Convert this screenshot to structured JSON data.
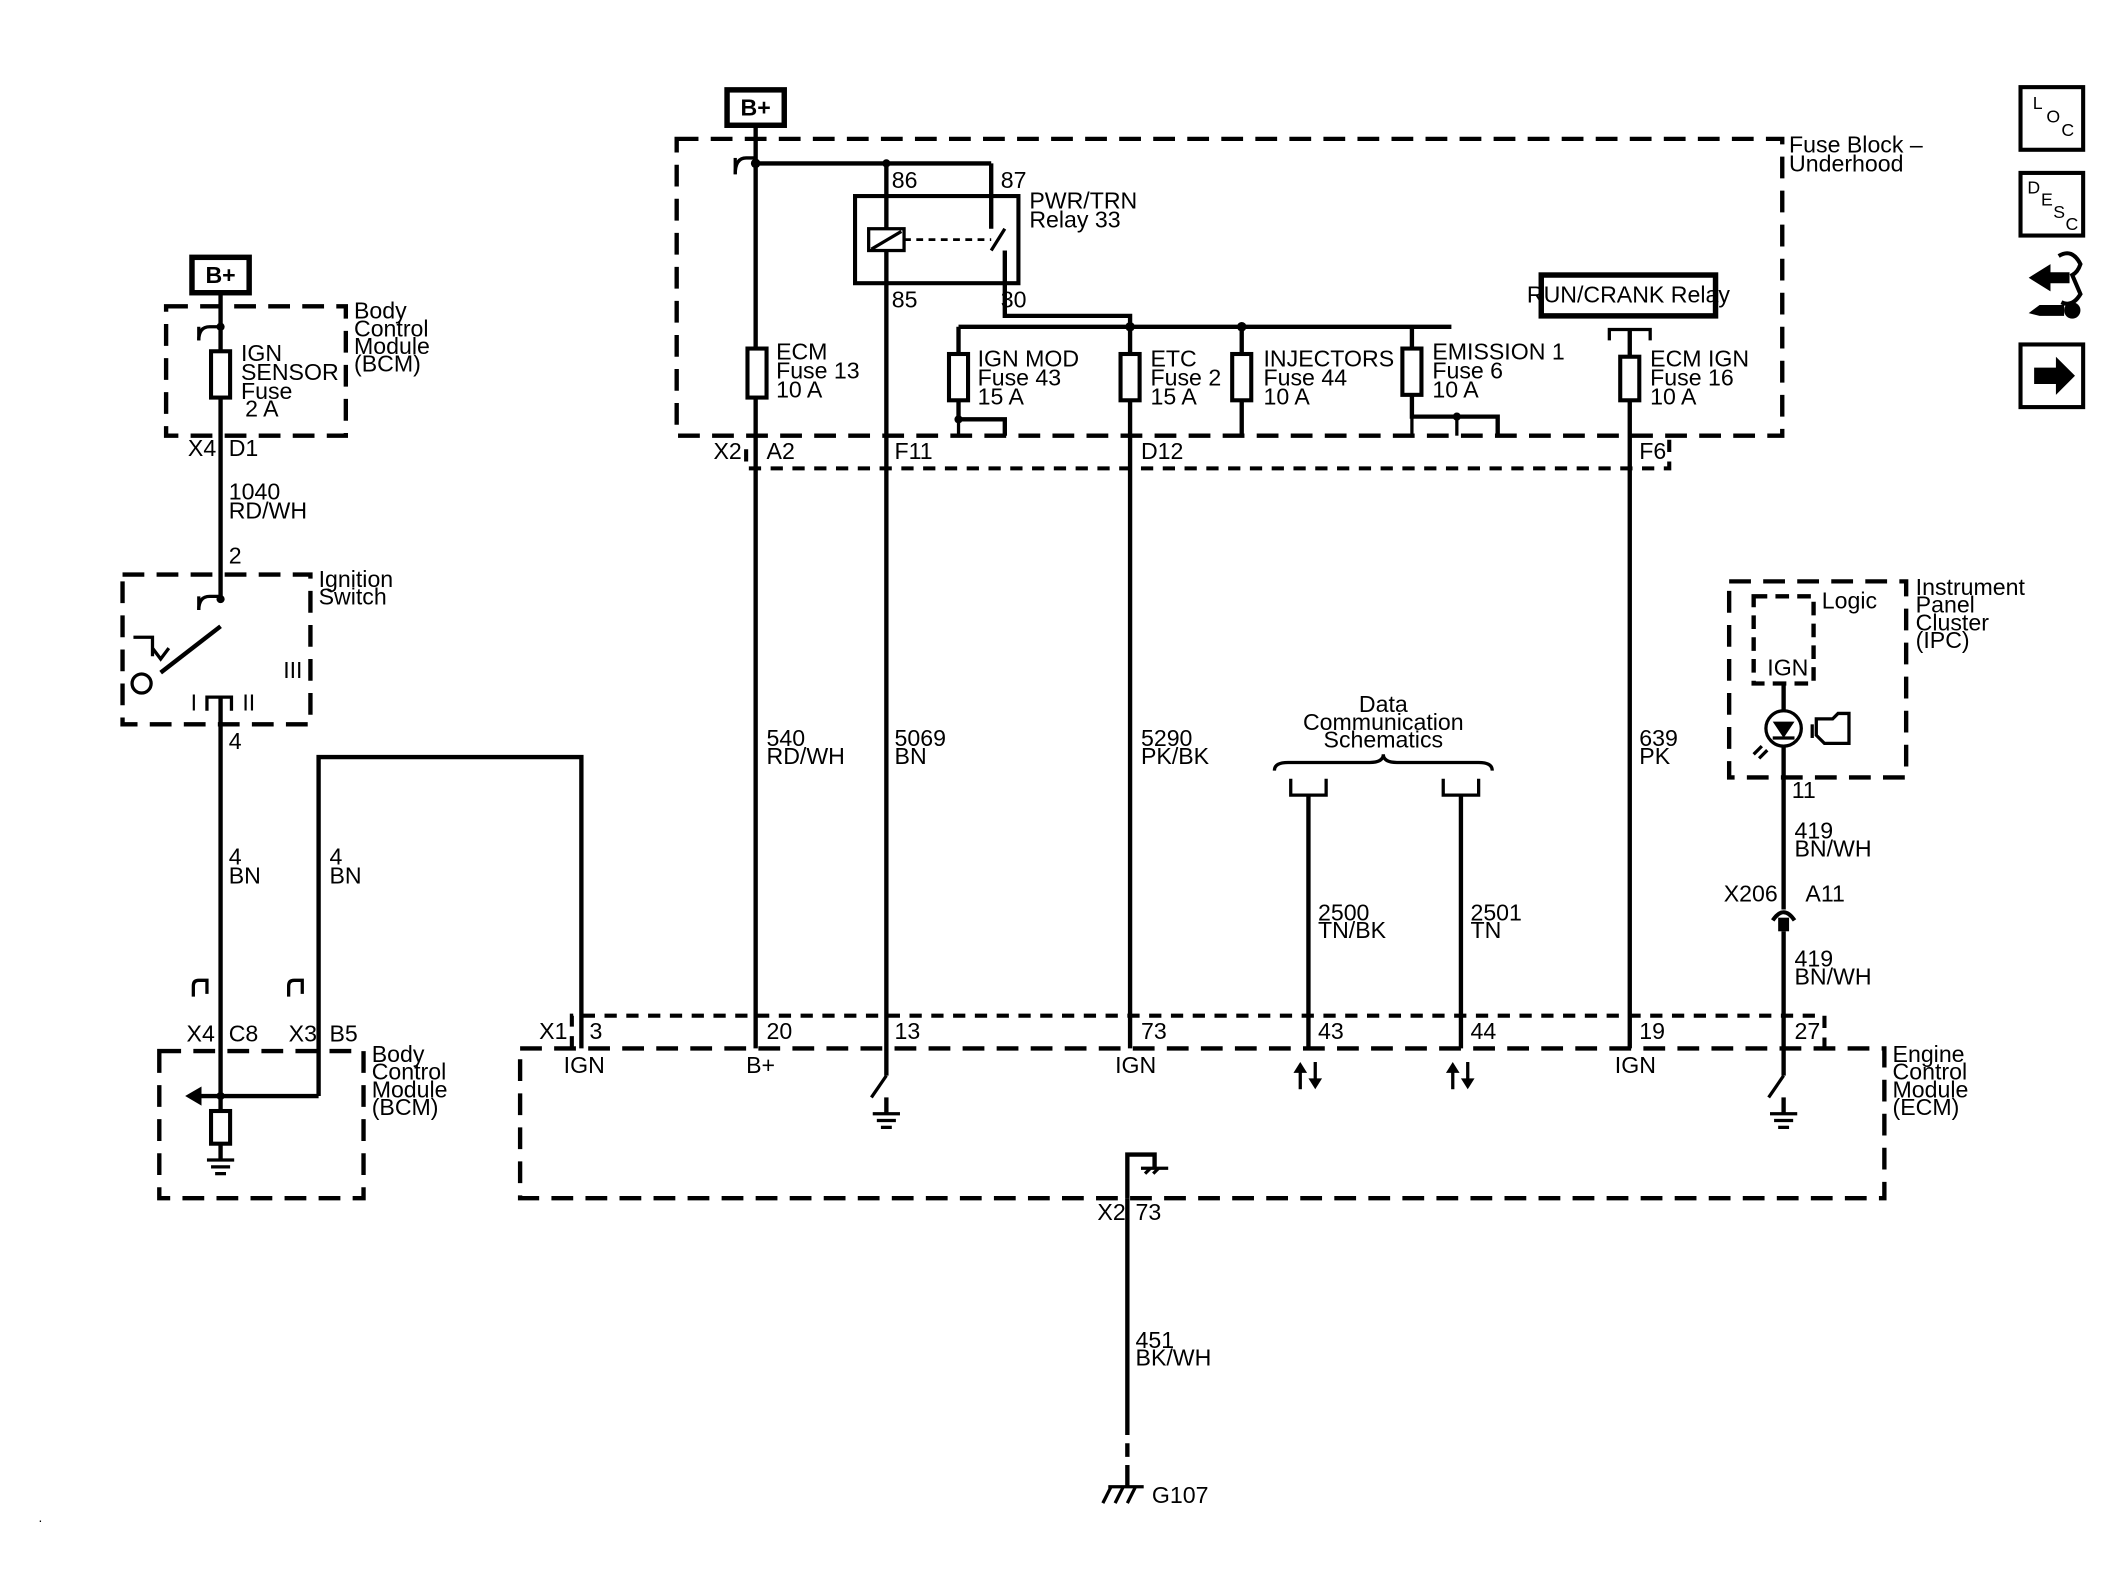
{
  "power": {
    "b_plus": "B+"
  },
  "fuse_block": {
    "title": [
      "Fuse Block –",
      "Underhood"
    ],
    "relay_name": [
      "PWR/TRN",
      "Relay 33"
    ],
    "relay_pins": {
      "p86": "86",
      "p87": "87",
      "p85": "85",
      "p30": "30"
    },
    "run_crank_relay": "RUN/CRANK Relay",
    "connector_x2": "X2",
    "pins": {
      "a2": "A2",
      "f11": "F11",
      "d12": "D12",
      "f6": "F6"
    },
    "fuses": {
      "ecm": [
        "ECM",
        "Fuse 13",
        "10 A"
      ],
      "ign_mod": [
        "IGN MOD",
        "Fuse 43",
        "15 A"
      ],
      "etc": [
        "ETC",
        "Fuse 2",
        "15 A"
      ],
      "injectors": [
        "INJECTORS",
        "Fuse 44",
        "10 A"
      ],
      "emission": [
        "EMISSION 1",
        "Fuse 6",
        "10 A"
      ],
      "ecm_ign": [
        "ECM IGN",
        "Fuse 16",
        "10 A"
      ]
    }
  },
  "bcm_top": {
    "title": [
      "Body",
      "Control",
      "Module",
      "(BCM)"
    ],
    "fuse": [
      "IGN",
      "SENSOR",
      "Fuse",
      "2 A"
    ],
    "conn": "X4",
    "pin": "D1"
  },
  "ignition_switch": {
    "title": [
      "Ignition",
      "Switch"
    ],
    "pin_in": "2",
    "pin_out": "4",
    "positions": {
      "i": "I",
      "ii": "II",
      "iii": "III"
    }
  },
  "wires": {
    "w1040": [
      "1040",
      "RD/WH"
    ],
    "w4a": [
      "4",
      "BN"
    ],
    "w4b": [
      "4",
      "BN"
    ],
    "w540": [
      "540",
      "RD/WH"
    ],
    "w5069": [
      "5069",
      "BN"
    ],
    "w5290": [
      "5290",
      "PK/BK"
    ],
    "w2500": [
      "2500",
      "TN/BK"
    ],
    "w2501": [
      "2501",
      "TN"
    ],
    "w639": [
      "639",
      "PK"
    ],
    "w419a": [
      "419",
      "BN/WH"
    ],
    "w419b": [
      "419",
      "BN/WH"
    ],
    "w451": [
      "451",
      "BK/WH"
    ]
  },
  "bcm_bottom": {
    "title": [
      "Body",
      "Control",
      "Module",
      "(BCM)"
    ],
    "conn1": "X4",
    "pin1": "C8",
    "conn2": "X3",
    "pin2": "B5"
  },
  "data_comm": [
    "Data",
    "Communication",
    "Schematics"
  ],
  "ipc": {
    "title": [
      "Instrument",
      "Panel",
      "Cluster",
      "(IPC)"
    ],
    "logic": "Logic",
    "ign": "IGN",
    "pin": "11",
    "inline_conn": "X206",
    "inline_pin": "A11"
  },
  "ecm": {
    "title": [
      "Engine",
      "Control",
      "Module",
      "(ECM)"
    ],
    "conn_x1": "X1",
    "pins": {
      "p3": "3",
      "p20": "20",
      "p13": "13",
      "p73": "73",
      "p43": "43",
      "p44": "44",
      "p19": "19",
      "p27": "27"
    },
    "pin_labels": {
      "ign1": "IGN",
      "bplus": "B+",
      "ign2": "IGN",
      "ign3": "IGN"
    },
    "ground_conn": "X2",
    "ground_pin": "73"
  },
  "ground": {
    "name": "G107"
  },
  "nav": {
    "loc": [
      "L",
      "O",
      "C"
    ],
    "desc": [
      "D",
      "E",
      "S",
      "C"
    ]
  }
}
